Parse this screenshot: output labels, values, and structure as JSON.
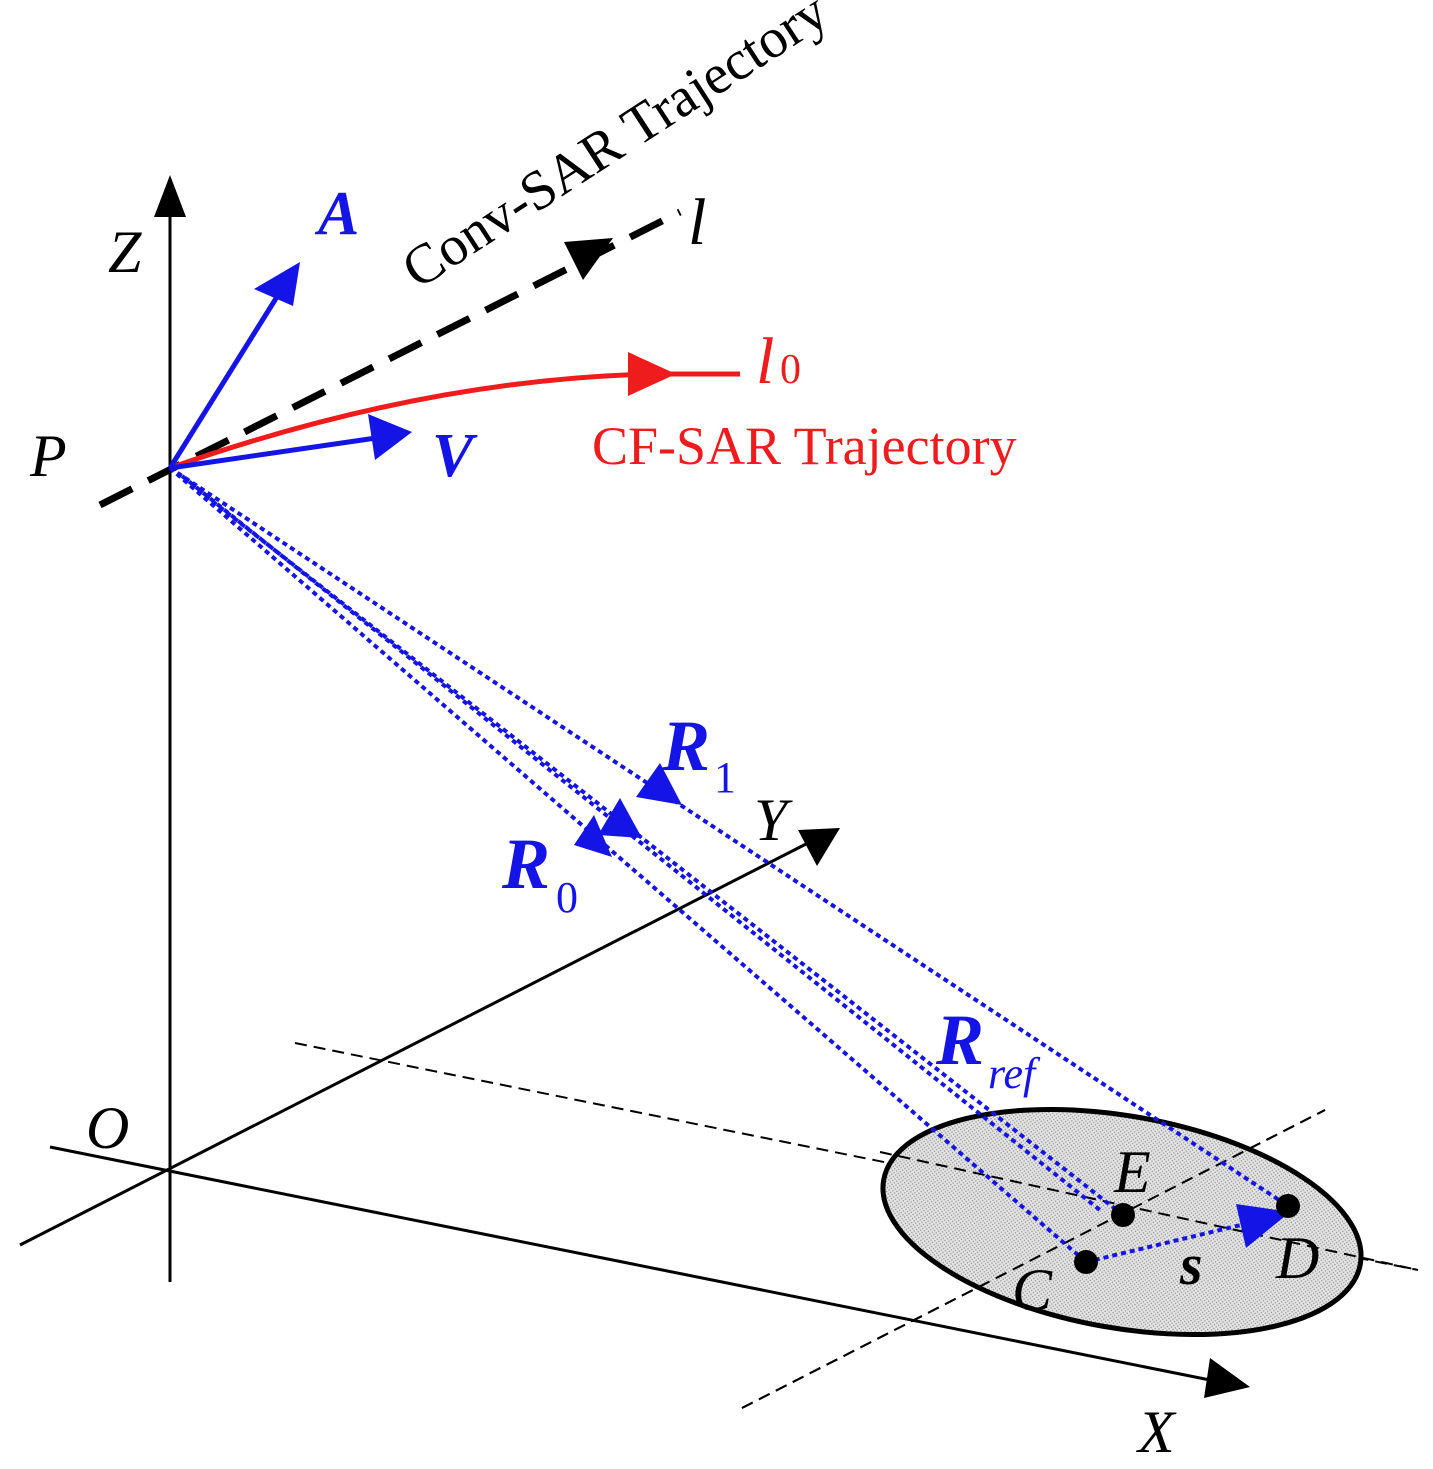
{
  "labels": {
    "axis_z": "Z",
    "axis_x": "X",
    "axis_y": "Y",
    "origin": "O",
    "point_p": "P",
    "line_l": "l",
    "line_l0_main": "l",
    "line_l0_sub": "0",
    "conv_trajectory": "Conv-SAR Trajectory",
    "cf_trajectory": "CF-SAR Trajectory",
    "vec_a": "A",
    "vec_v": "V",
    "vec_r1_main": "R",
    "vec_r1_sub": "1",
    "vec_r0_main": "R",
    "vec_r0_sub": "0",
    "vec_rref_main": "R",
    "vec_rref_sub": "ref",
    "point_c": "C",
    "point_d": "D",
    "point_e": "E",
    "vec_s": "s"
  },
  "colors": {
    "axis": "#000000",
    "vector_blue": "#1414e6",
    "cf_red": "#ee1c1c",
    "ellipse_fill": "#e2e2e2"
  }
}
